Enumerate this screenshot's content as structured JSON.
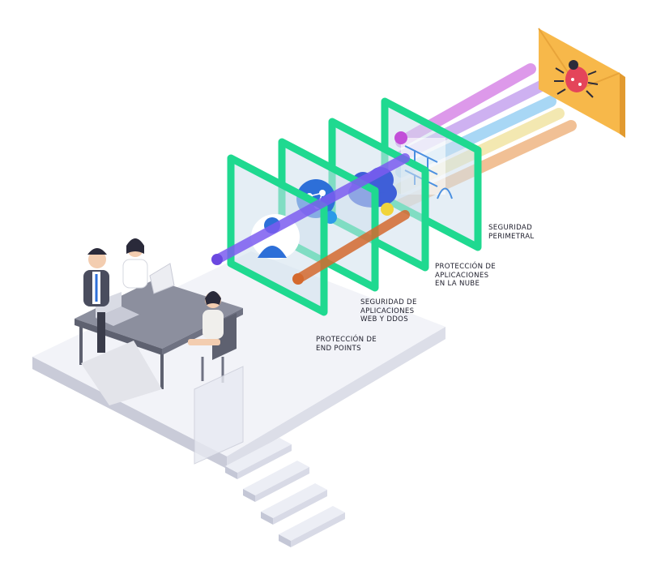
{
  "layers": [
    {
      "id": "endpoints",
      "lines": [
        "PROTECCIÓN DE",
        "END POINTS"
      ]
    },
    {
      "id": "web",
      "lines": [
        "SEGURIDAD DE",
        "APLICACIONES",
        "WEB Y DDOS"
      ]
    },
    {
      "id": "cloud",
      "lines": [
        "PROTECCIÓN DE",
        "APLICACIONES",
        "EN LA NUBE"
      ]
    },
    {
      "id": "perimeter",
      "lines": [
        "SEGURIDAD",
        "PERIMETRAL"
      ]
    }
  ],
  "colors": {
    "frame": "#1fd990",
    "beam_magenta": "#d98ee8",
    "beam_purple": "#c9a8f0",
    "beam_blue": "#9ed3f4",
    "beam_yellow": "#f2e6a8",
    "beam_orange": "#f0b98a",
    "envelope": "#f7b84a",
    "bug": "#e4455a",
    "platform": "#f2f3f8"
  },
  "icons": [
    "envelope-icon",
    "bug-icon",
    "user-icon",
    "cloud-icon",
    "network-icon",
    "firewall-icon"
  ]
}
